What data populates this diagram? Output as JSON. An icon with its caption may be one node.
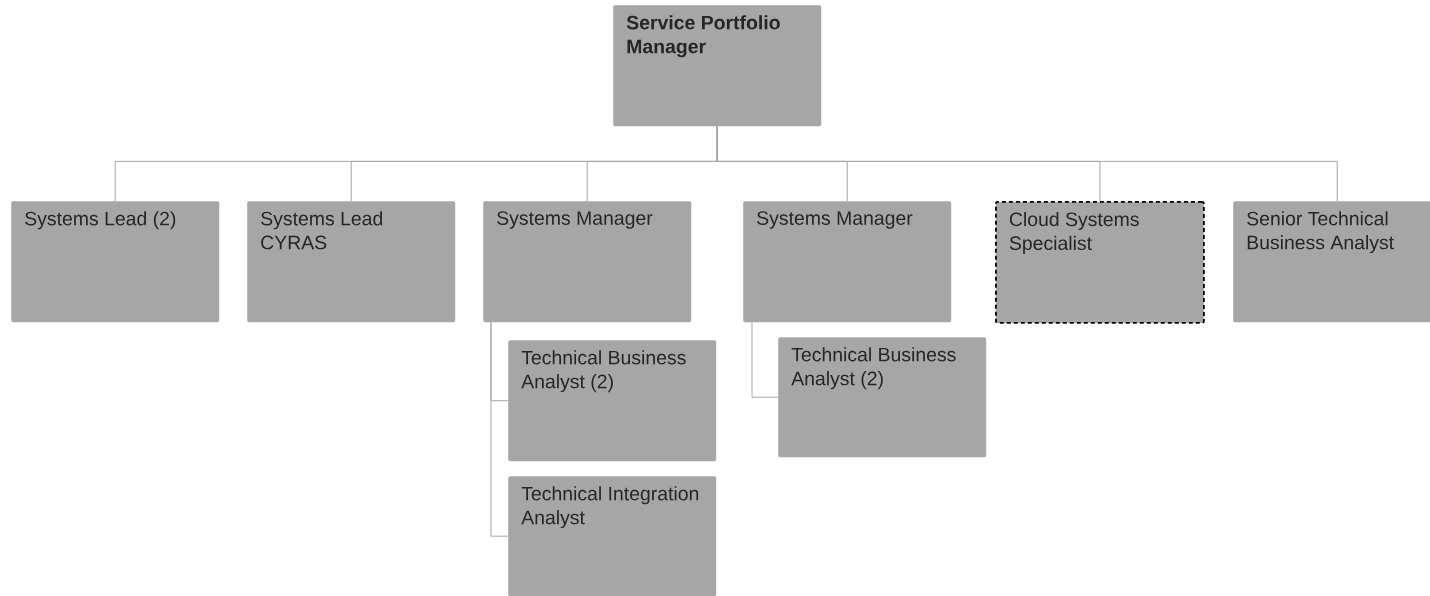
{
  "diagram": {
    "nodes": [
      {
        "text": [
          "Service Portfolio Manager"
        ]
      },
      {
        "text": [
          "Systems Lead (2)"
        ]
      },
      {
        "text": [
          "Systems Lead CYRAS"
        ]
      },
      {
        "text": [
          "Systems Manager"
        ]
      },
      {
        "text": [
          "Systems Manager"
        ]
      },
      {
        "text": [
          "Cloud Systems Specialist"
        ]
      },
      {
        "text": [
          "Senior Technical Business Analyst"
        ]
      },
      {
        "text": [
          "Technical Business Analyst (2)"
        ]
      },
      {
        "text": [
          "Technical Integration Analyst"
        ]
      },
      {
        "text": [
          "Technical Business Analyst (2)"
        ]
      }
    ],
    "edges": [
      {
        "from": 0,
        "to": 1,
        "arrow": "none"
      },
      {
        "from": 0,
        "to": 2,
        "arrow": "none"
      },
      {
        "from": 0,
        "to": 3,
        "arrow": "none"
      },
      {
        "from": 0,
        "to": 4,
        "arrow": "none"
      },
      {
        "from": 0,
        "to": 5,
        "arrow": "none"
      },
      {
        "from": 0,
        "to": 6,
        "arrow": "none"
      },
      {
        "from": 3,
        "to": 7,
        "arrow": "none"
      },
      {
        "from": 3,
        "to": 8,
        "arrow": "none"
      },
      {
        "from": 4,
        "to": 9,
        "arrow": "none"
      }
    ]
  }
}
